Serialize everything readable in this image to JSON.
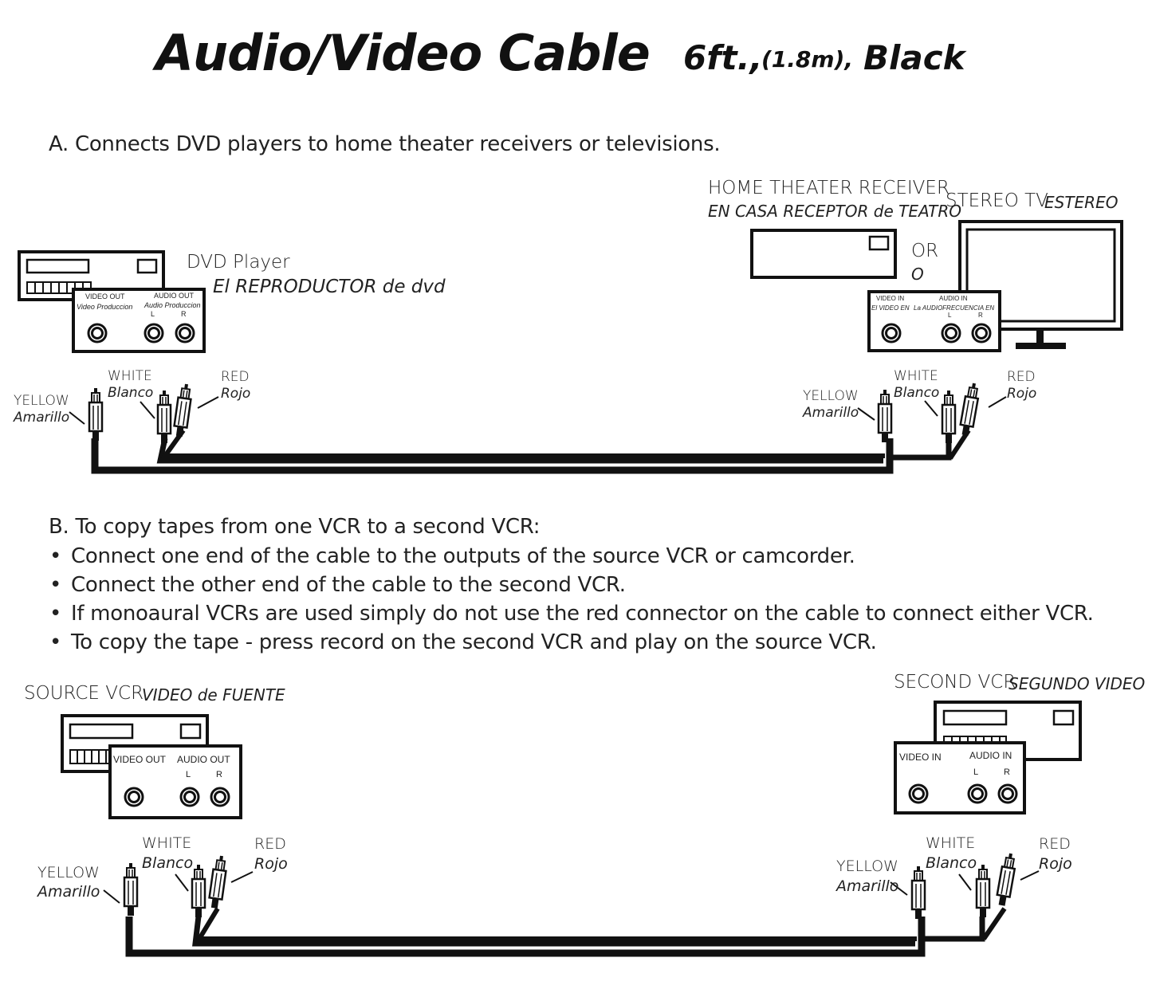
{
  "header": {
    "title": "Audio/Video Cable",
    "spec_a": "6ft.,",
    "spec_b": "(1.8m),",
    "spec_c": "Black"
  },
  "section_a": {
    "heading": "A. Connects DVD players to home theater receivers or televisions.",
    "dvd": {
      "name": "DVD Player",
      "name_es": "El REPRODUCTOR de dvd",
      "video_out": "VIDEO OUT",
      "video_out_es": "Video Produccion",
      "audio_out": "AUDIO OUT",
      "audio_out_es": "Audio Produccion",
      "left": "L",
      "right": "R"
    },
    "receiver": {
      "name": "HOME THEATER RECEIVER",
      "name_es": "EN CASA RECEPTOR de TEATRO"
    },
    "or": "OR",
    "or_es": "O",
    "tv": {
      "name": "STEREO TV",
      "name_es": "ESTEREO",
      "video_in": "VIDEO IN",
      "video_in_es": "El VIDEO EN",
      "audio_in": "AUDIO IN",
      "audio_in_es": "La AUDIOFRECUENCIA EN",
      "left": "L",
      "right": "R"
    },
    "plugs": {
      "yellow": "YELLOW",
      "yellow_es": "Amarillo",
      "white": "WHITE",
      "white_es": "Blanco",
      "red": "RED",
      "red_es": "Rojo"
    }
  },
  "section_b": {
    "heading": "B. To copy tapes from one VCR to a second VCR:",
    "bullets": [
      "Connect one end of the cable to the outputs of the source VCR or camcorder.",
      "Connect the other end of the cable to the second VCR.",
      "If monoaural VCRs are used simply do not use the red connector on the cable to connect either VCR.",
      "To copy the tape - press record on the second VCR and play on the source VCR."
    ],
    "source_vcr": {
      "name": "SOURCE VCR",
      "name_es": "VIDEO de FUENTE",
      "video_out": "VIDEO OUT",
      "audio_out": "AUDIO OUT",
      "left": "L",
      "right": "R"
    },
    "second_vcr": {
      "name": "SECOND VCR",
      "name_es": "SEGUNDO VIDEO",
      "video_in": "VIDEO IN",
      "audio_in": "AUDIO IN",
      "left": "L",
      "right": "R"
    },
    "plugs": {
      "yellow": "YELLOW",
      "yellow_es": "Amarillo",
      "white": "WHITE",
      "white_es": "Blanco",
      "red": "RED",
      "red_es": "Rojo"
    }
  }
}
